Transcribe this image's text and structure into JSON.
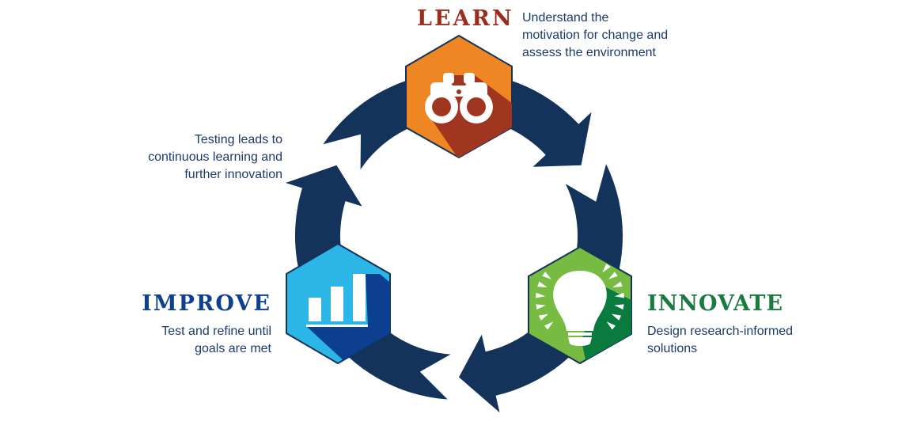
{
  "colors": {
    "ring": "#13335b",
    "learn": "#ee8623",
    "learn_shadow": "#a0361f",
    "learn_title": "#9b2d1f",
    "innovate": "#77bb43",
    "innovate_shadow": "#0a7a3e",
    "innovate_title": "#1a7a3f",
    "improve": "#2cb6e8",
    "improve_shadow": "#0c3f8f",
    "improve_title": "#0f3f8f"
  },
  "stages": {
    "learn": {
      "title": "LEARN",
      "icon": "binoculars-icon",
      "lines": [
        "Understand the",
        "motivation for change and",
        "assess the environment"
      ]
    },
    "innovate": {
      "title": "INNOVATE",
      "icon": "lightbulb-icon",
      "lines": [
        "Design research-informed",
        "solutions"
      ]
    },
    "improve": {
      "title": "IMPROVE",
      "icon": "bar-chart-icon",
      "lines": [
        "Test and refine until",
        "goals are met"
      ]
    }
  },
  "cycle_note": {
    "lines": [
      "Testing leads to",
      "continuous learning and",
      "further innovation"
    ]
  }
}
